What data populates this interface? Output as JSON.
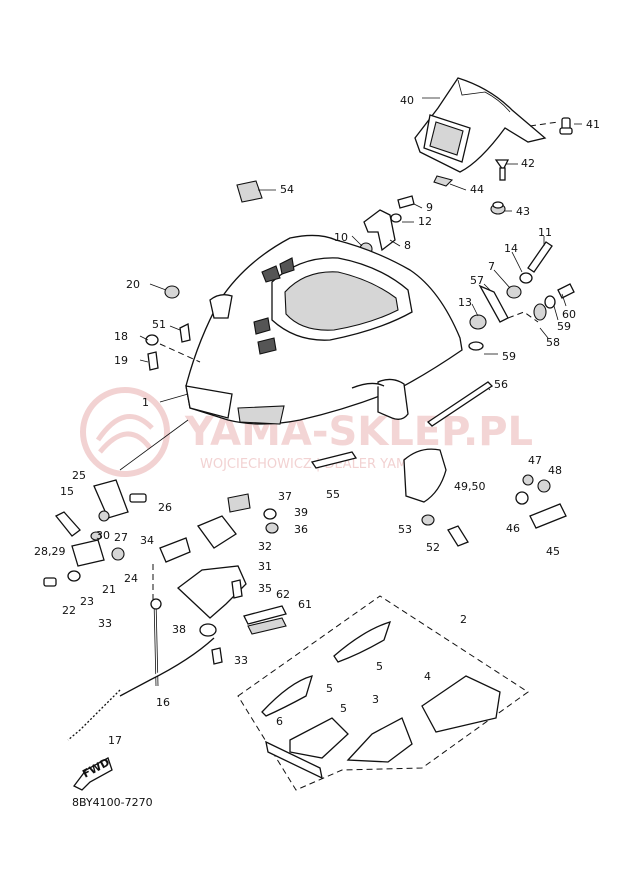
{
  "diagram_code": "8BY4100-7270",
  "fwd_label": "FWD",
  "watermark": {
    "title": "YAMA-SKLEP.PL",
    "subtitle": "WOJCIECHOWICZ | DEALER YAMAHA"
  },
  "callouts": [
    {
      "id": "c1",
      "label": "1"
    },
    {
      "id": "c2",
      "label": "2"
    },
    {
      "id": "c3",
      "label": "3"
    },
    {
      "id": "c4",
      "label": "4"
    },
    {
      "id": "c5a",
      "label": "5"
    },
    {
      "id": "c5b",
      "label": "5"
    },
    {
      "id": "c5c",
      "label": "5"
    },
    {
      "id": "c6",
      "label": "6"
    },
    {
      "id": "c7",
      "label": "7"
    },
    {
      "id": "c8",
      "label": "8"
    },
    {
      "id": "c9",
      "label": "9"
    },
    {
      "id": "c10",
      "label": "10"
    },
    {
      "id": "c11",
      "label": "11"
    },
    {
      "id": "c12",
      "label": "12"
    },
    {
      "id": "c13",
      "label": "13"
    },
    {
      "id": "c14",
      "label": "14"
    },
    {
      "id": "c15",
      "label": "15"
    },
    {
      "id": "c16",
      "label": "16"
    },
    {
      "id": "c17",
      "label": "17"
    },
    {
      "id": "c18",
      "label": "18"
    },
    {
      "id": "c19",
      "label": "19"
    },
    {
      "id": "c20",
      "label": "20"
    },
    {
      "id": "c21",
      "label": "21"
    },
    {
      "id": "c22",
      "label": "22"
    },
    {
      "id": "c23",
      "label": "23"
    },
    {
      "id": "c24",
      "label": "24"
    },
    {
      "id": "c25",
      "label": "25"
    },
    {
      "id": "c26",
      "label": "26"
    },
    {
      "id": "c27",
      "label": "27"
    },
    {
      "id": "c2829",
      "label": "28,29"
    },
    {
      "id": "c30",
      "label": "30"
    },
    {
      "id": "c31",
      "label": "31"
    },
    {
      "id": "c32",
      "label": "32"
    },
    {
      "id": "c33a",
      "label": "33"
    },
    {
      "id": "c33b",
      "label": "33"
    },
    {
      "id": "c34",
      "label": "34"
    },
    {
      "id": "c35",
      "label": "35"
    },
    {
      "id": "c36",
      "label": "36"
    },
    {
      "id": "c37",
      "label": "37"
    },
    {
      "id": "c38",
      "label": "38"
    },
    {
      "id": "c39",
      "label": "39"
    },
    {
      "id": "c40",
      "label": "40"
    },
    {
      "id": "c41",
      "label": "41"
    },
    {
      "id": "c42",
      "label": "42"
    },
    {
      "id": "c43",
      "label": "43"
    },
    {
      "id": "c44",
      "label": "44"
    },
    {
      "id": "c45",
      "label": "45"
    },
    {
      "id": "c46",
      "label": "46"
    },
    {
      "id": "c47",
      "label": "47"
    },
    {
      "id": "c48",
      "label": "48"
    },
    {
      "id": "c4950",
      "label": "49,50"
    },
    {
      "id": "c51",
      "label": "51"
    },
    {
      "id": "c52",
      "label": "52"
    },
    {
      "id": "c53",
      "label": "53"
    },
    {
      "id": "c54",
      "label": "54"
    },
    {
      "id": "c55",
      "label": "55"
    },
    {
      "id": "c56",
      "label": "56"
    },
    {
      "id": "c57",
      "label": "57"
    },
    {
      "id": "c58",
      "label": "58"
    },
    {
      "id": "c59a",
      "label": "59"
    },
    {
      "id": "c59b",
      "label": "59"
    },
    {
      "id": "c60",
      "label": "60"
    },
    {
      "id": "c61",
      "label": "61"
    },
    {
      "id": "c62",
      "label": "62"
    }
  ]
}
